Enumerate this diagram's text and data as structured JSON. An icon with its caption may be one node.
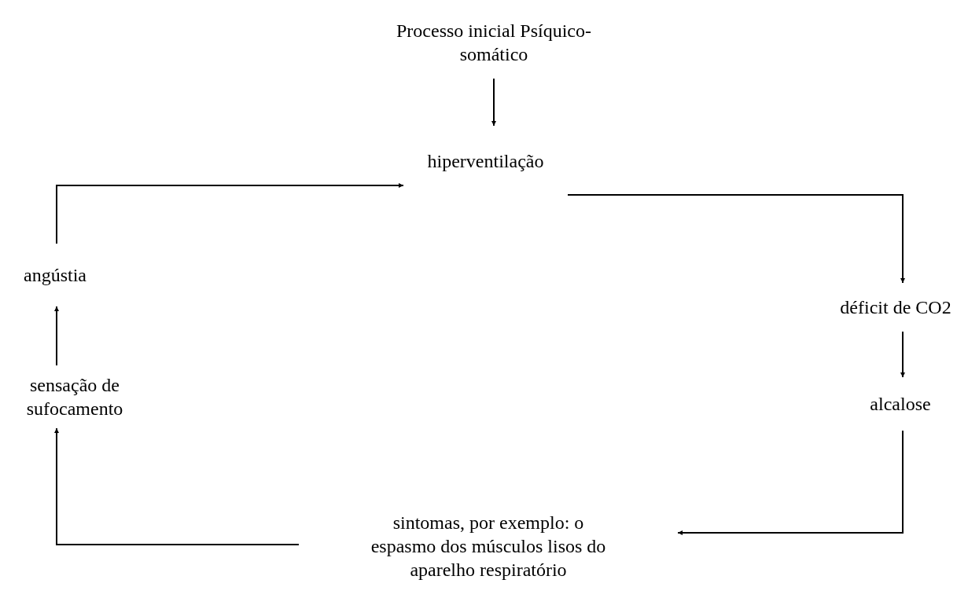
{
  "diagram": {
    "nodes": [
      {
        "text": [
          "Processo inicial Psíquico-somático"
        ]
      },
      {
        "text": [
          "hiperventilação"
        ]
      },
      {
        "text": [
          "déficit de CO2"
        ]
      },
      {
        "text": [
          "alcalose"
        ]
      },
      {
        "text": [
          "sintomas, por exemplo: o espasmo dos músculos lisos do aparelho respiratório"
        ]
      },
      {
        "text": [
          "sensação de sufocamento"
        ]
      },
      {
        "text": [
          "angústia"
        ]
      }
    ],
    "edges": [
      {
        "from": 0,
        "to": 1,
        "arrow": "to"
      },
      {
        "from": 1,
        "to": 2,
        "arrow": "to"
      },
      {
        "from": 2,
        "to": 3,
        "arrow": "to"
      },
      {
        "from": 3,
        "to": 4,
        "arrow": "to"
      },
      {
        "from": 4,
        "to": 5,
        "arrow": "to"
      },
      {
        "from": 5,
        "to": 6,
        "arrow": "to"
      },
      {
        "from": 6,
        "to": 1,
        "arrow": "to"
      }
    ]
  }
}
